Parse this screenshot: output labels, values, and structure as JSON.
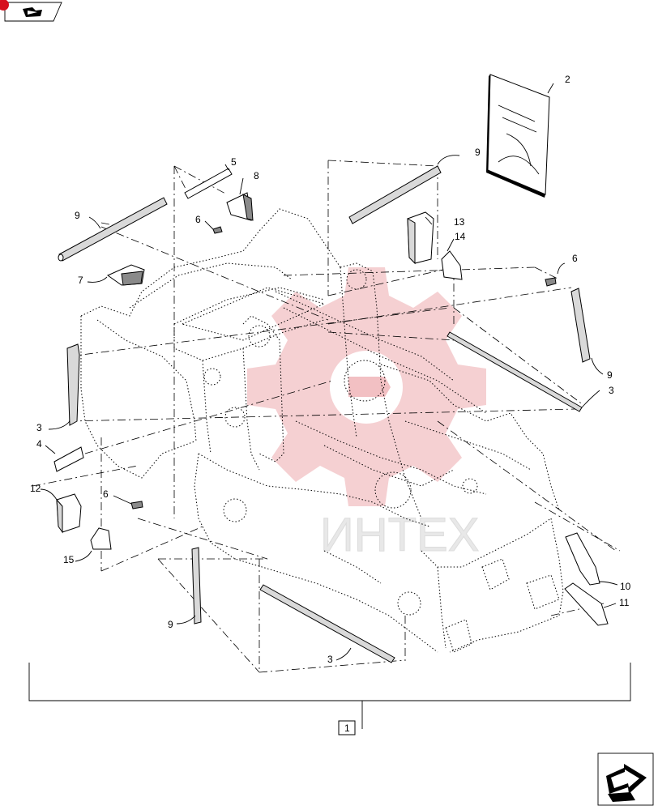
{
  "diagram": {
    "nav_top": {
      "icon": "back-arrow-icon"
    },
    "nav_bottom": {
      "icon": "next-arrow-icon"
    },
    "watermark": {
      "text": "ИНТЕХ",
      "color": "#f2c0c3"
    },
    "manual": {
      "icon": "manual-book-icon"
    },
    "callouts": {
      "c1": "1",
      "c2": "2",
      "c3a": "3",
      "c3b": "3",
      "c3c": "3",
      "c4": "4",
      "c5": "5",
      "c6a": "6",
      "c6b": "6",
      "c6c": "6",
      "c7": "7",
      "c8": "8",
      "c9a": "9",
      "c9b": "9",
      "c9c": "9",
      "c9d": "9",
      "c10": "10",
      "c11": "11",
      "c12": "12",
      "c13": "13",
      "c14": "14",
      "c15": "15"
    }
  }
}
